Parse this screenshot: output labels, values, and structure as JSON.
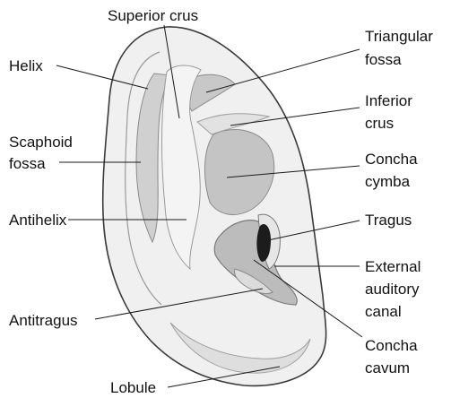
{
  "labels": {
    "superior_crus": "Superior crus",
    "helix": "Helix",
    "scaphoid_fossa_1": "Scaphoid",
    "scaphoid_fossa_2": "fossa",
    "antihelix": "Antihelix",
    "antitragus": "Antitragus",
    "lobule": "Lobule",
    "triangular_fossa_1": "Triangular",
    "triangular_fossa_2": "fossa",
    "inferior_crus_1": "Inferior",
    "inferior_crus_2": "crus",
    "concha_cymba_1": "Concha",
    "concha_cymba_2": "cymba",
    "tragus": "Tragus",
    "external_auditory_canal_1": "External",
    "external_auditory_canal_2": "auditory",
    "external_auditory_canal_3": "canal",
    "concha_cavum_1": "Concha",
    "concha_cavum_2": "cavum"
  },
  "colors": {
    "outline": "#3a3a3a",
    "skin_light": "#f0f0f0",
    "skin_mid": "#d6d6d6",
    "skin_dark": "#b8b8b8",
    "canal": "#1c1c1c",
    "text": "#111111"
  }
}
